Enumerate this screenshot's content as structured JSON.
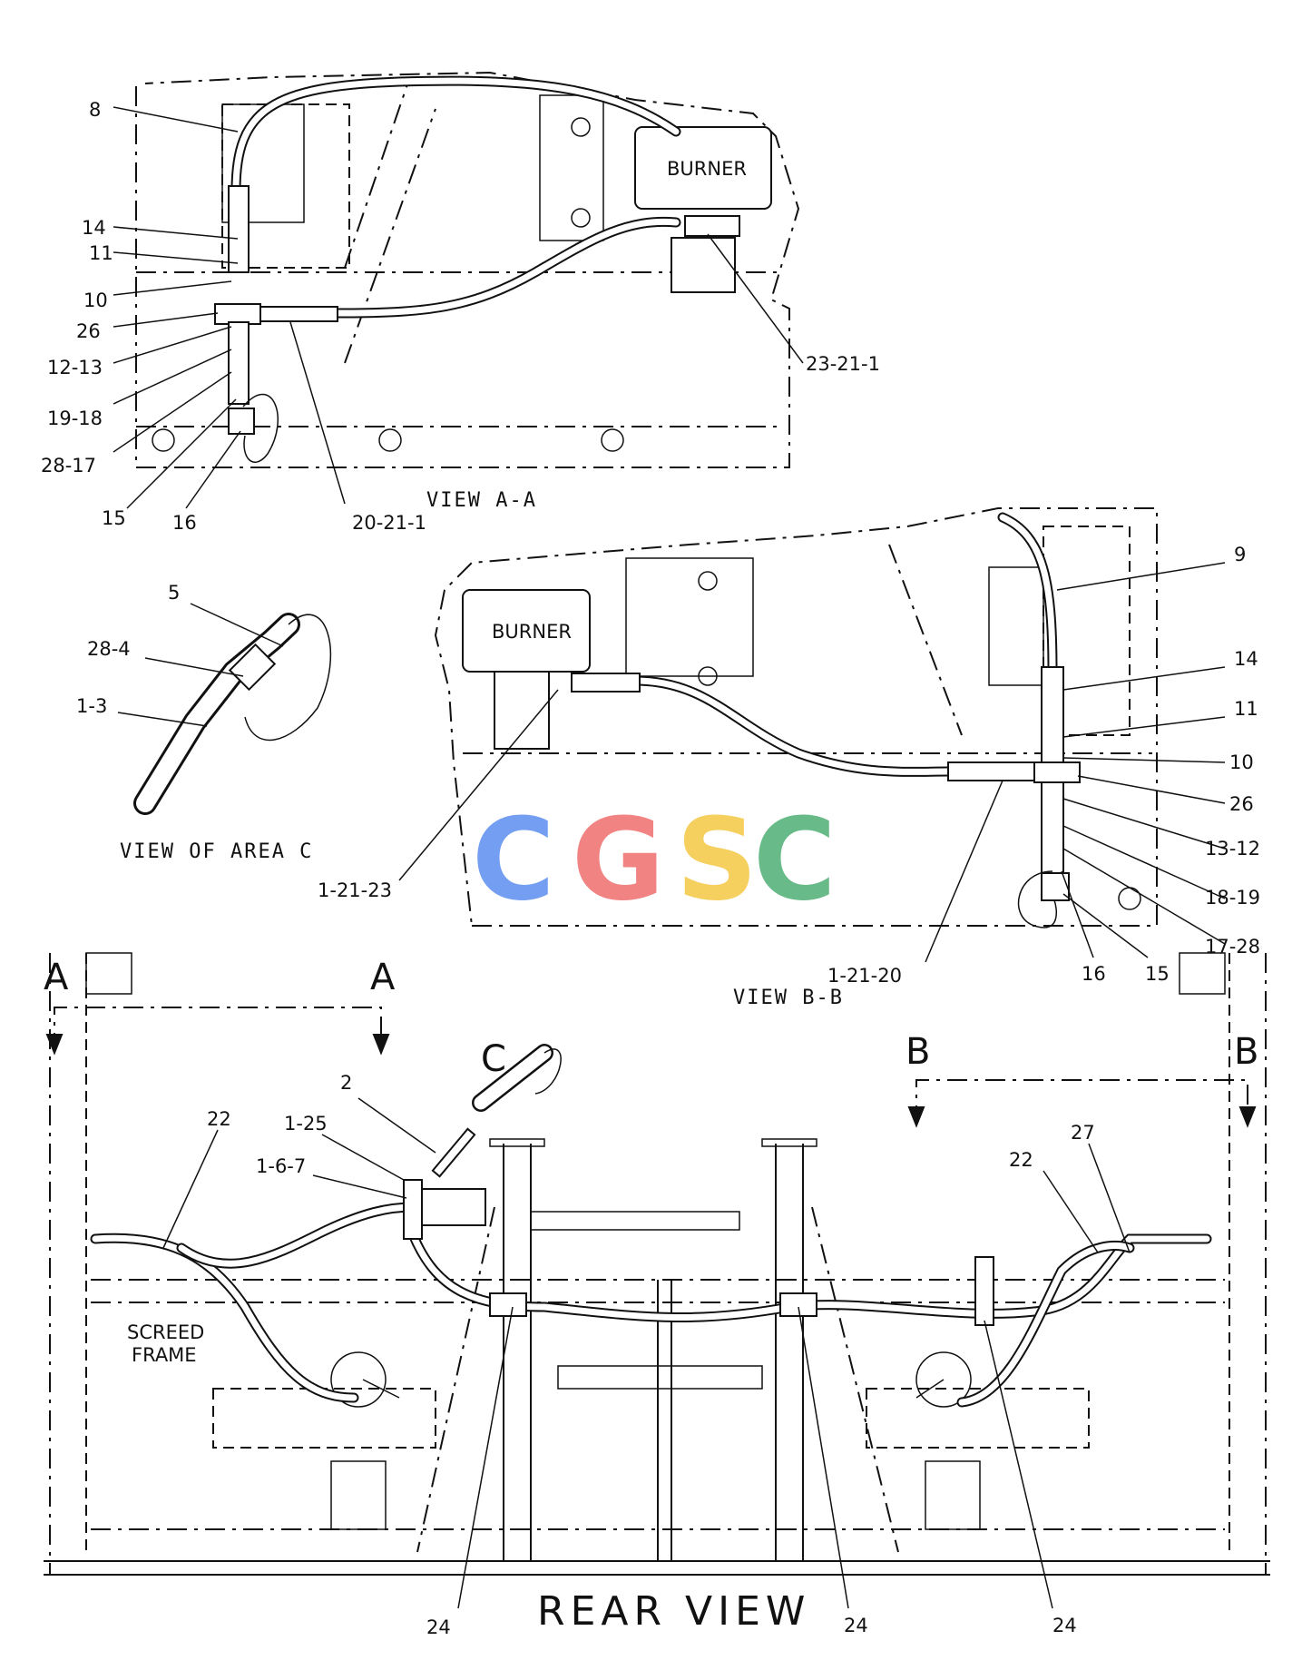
{
  "views": {
    "view_aa": {
      "title": "VIEW A-A",
      "burner": "BURNER",
      "callouts": [
        "8",
        "14",
        "11",
        "10",
        "26",
        "12-13",
        "19-18",
        "28-17",
        "15",
        "16",
        "20-21-1",
        "23-21-1"
      ]
    },
    "view_bb": {
      "title": "VIEW B-B",
      "burner": "BURNER",
      "callouts": [
        "9",
        "14",
        "11",
        "10",
        "26",
        "13-12",
        "18-19",
        "17-28",
        "16",
        "15",
        "1-21-20",
        "1-21-23"
      ]
    },
    "view_c": {
      "title": "VIEW OF AREA C",
      "callouts": [
        "5",
        "28-4",
        "1-3"
      ]
    },
    "rear": {
      "title": "REAR VIEW",
      "frame_label_1": "SCREED",
      "frame_label_2": "FRAME",
      "section_a": "A",
      "section_b": "B",
      "detail_c": "C",
      "callouts": [
        "2",
        "1-25",
        "1-6-7",
        "22",
        "22",
        "27",
        "24",
        "24",
        "24"
      ]
    }
  },
  "watermark": {
    "letters": [
      "C",
      "G",
      "S",
      "C"
    ],
    "colors": [
      "#5b8def",
      "#ef6d6d",
      "#f5c842",
      "#4fae74"
    ]
  }
}
